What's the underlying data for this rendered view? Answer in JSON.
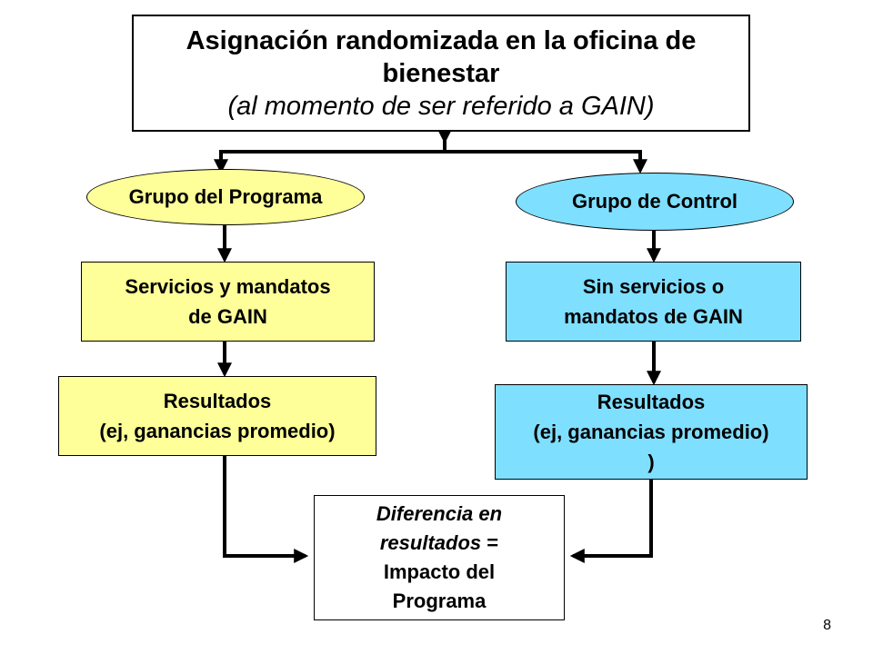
{
  "top": {
    "line1": "Asignación randomizada en la oficina de",
    "line2": "bienestar",
    "line3": "(al momento de ser referido a GAIN)"
  },
  "program_group": {
    "label": "Grupo del Programa",
    "services_line1": "Servicios y mandatos",
    "services_line2": "de GAIN",
    "results_line1": "Resultados",
    "results_line2": "(ej, ganancias promedio)"
  },
  "control_group": {
    "label": "Grupo de Control",
    "services_line1": "Sin servicios o",
    "services_line2": "mandatos de  GAIN",
    "results_line1": "Resultados",
    "results_line2": "(ej, ganancias promedio)",
    "results_line3": ")"
  },
  "difference": {
    "line1": "Diferencia en",
    "line2_italic": "resultados",
    "line2_rest": " =",
    "line3": "Impacto del",
    "line4": "Programa"
  },
  "page_number": "8",
  "colors": {
    "yellow": "#ffff99",
    "blue": "#7fdfff"
  }
}
